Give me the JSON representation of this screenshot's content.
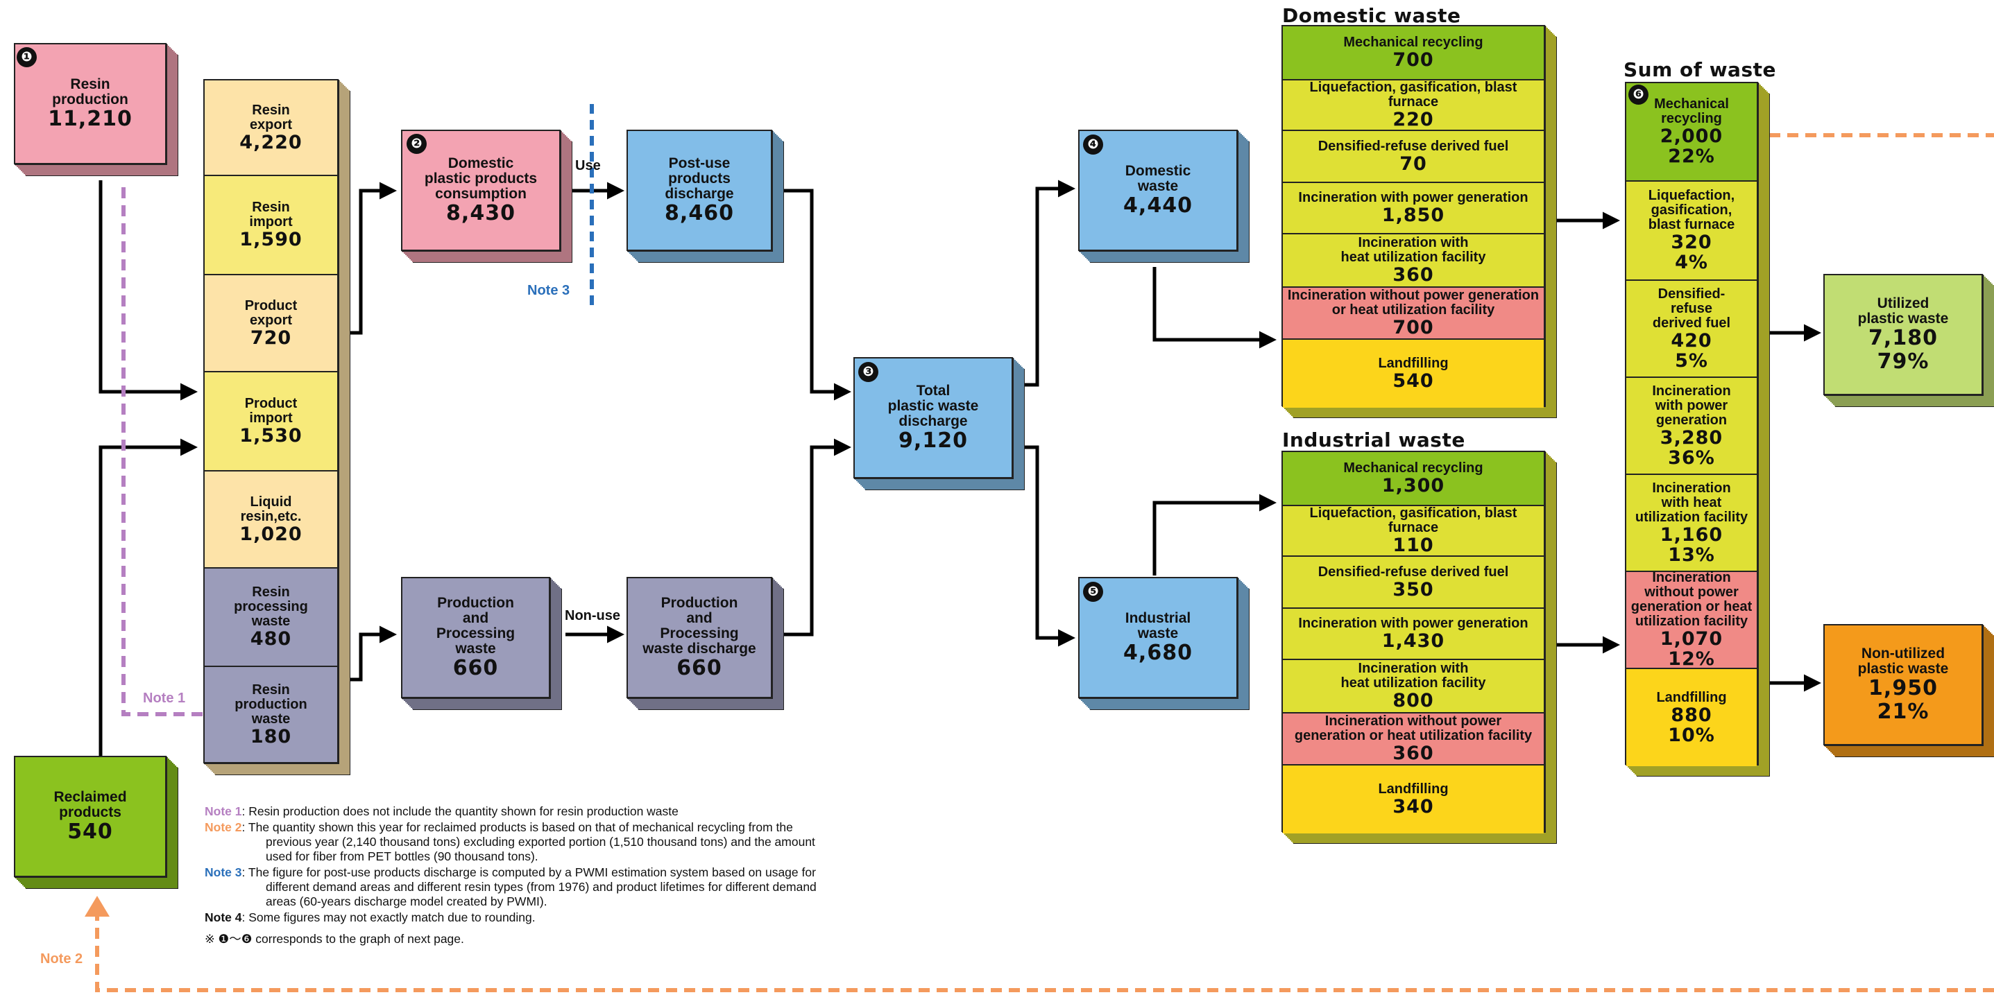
{
  "colors": {
    "pink": "#f3a3b2",
    "cream": "#fde3a8",
    "yellow": "#f7ea7a",
    "purple": "#9b9cba",
    "blue": "#82bde8",
    "green": "#8bc21f",
    "lime": "#dfe035",
    "red": "#f08a86",
    "gold": "#fcd51b",
    "lightgreen": "#c1dd73",
    "orange": "#f49a1b",
    "note1": "#b57fc1",
    "note2": "#f49a5d",
    "note3": "#2a6fba"
  },
  "resin_production": {
    "num": "❶",
    "label": "Resin\nproduction",
    "value": "11,210"
  },
  "stack": [
    {
      "label": "Resin\nexport",
      "value": "4,220"
    },
    {
      "label": "Resin\nimport",
      "value": "1,590"
    },
    {
      "label": "Product\nexport",
      "value": "720"
    },
    {
      "label": "Product\nimport",
      "value": "1,530"
    },
    {
      "label": "Liquid\nresin,etc.",
      "value": "1,020"
    },
    {
      "label": "Resin\nprocessing\nwaste",
      "value": "480"
    },
    {
      "label": "Resin\nproduction\nwaste",
      "value": "180"
    }
  ],
  "reclaimed": {
    "label": "Reclaimed\nproducts",
    "value": "540"
  },
  "domestic_consumption": {
    "num": "❷",
    "label": "Domestic\nplastic products\nconsumption",
    "value": "8,430"
  },
  "post_use": {
    "label": "Post-use\nproducts\ndischarge",
    "value": "8,460"
  },
  "prod_waste": {
    "label": "Production\nand\nProcessing\nwaste",
    "value": "660"
  },
  "prod_discharge": {
    "label": "Production\nand\nProcessing\nwaste discharge",
    "value": "660"
  },
  "total": {
    "num": "❸",
    "label": "Total\nplastic waste\ndischarge",
    "value": "9,120"
  },
  "domestic_waste": {
    "num": "❹",
    "label": "Domestic\nwaste",
    "value": "4,440"
  },
  "industrial_waste": {
    "num": "❺",
    "label": "Industrial\nwaste",
    "value": "4,680"
  },
  "use_label": "Use",
  "nonuse_label": "Non-use",
  "domestic_title": "Domestic waste",
  "domestic_rows": [
    {
      "label": "Mechanical recycling",
      "value": "700"
    },
    {
      "label": "Liquefaction, gasification, blast furnace",
      "value": "220"
    },
    {
      "label": "Densified-refuse derived fuel",
      "value": "70"
    },
    {
      "label": "Incineration with power generation",
      "value": "1,850"
    },
    {
      "label": "Incineration with\nheat utilization facility",
      "value": "360"
    },
    {
      "label": "Incineration without power generation\nor heat utilization facility",
      "value": "700"
    },
    {
      "label": "Landfilling",
      "value": "540"
    }
  ],
  "industrial_title": "Industrial waste",
  "industrial_rows": [
    {
      "label": "Mechanical recycling",
      "value": "1,300"
    },
    {
      "label": "Liquefaction, gasification, blast furnace",
      "value": "110"
    },
    {
      "label": "Densified-refuse derived fuel",
      "value": "350"
    },
    {
      "label": "Incineration with power generation",
      "value": "1,430"
    },
    {
      "label": "Incineration with\nheat utilization facility",
      "value": "800"
    },
    {
      "label": "Incineration without power\ngeneration or heat utilization facility",
      "value": "360"
    },
    {
      "label": "Landfilling",
      "value": "340"
    }
  ],
  "sum_title": "Sum of waste",
  "sum_num": "❻",
  "sum_rows": [
    {
      "label": "Mechanical\nrecycling",
      "value": "2,000",
      "pct": "22%"
    },
    {
      "label": "Liquefaction,\ngasification,\nblast furnace",
      "value": "320",
      "pct": "4%"
    },
    {
      "label": "Densified-\nrefuse\nderived fuel",
      "value": "420",
      "pct": "5%"
    },
    {
      "label": "Incineration\nwith power\ngeneration",
      "value": "3,280",
      "pct": "36%"
    },
    {
      "label": "Incineration\nwith heat\nutilization facility",
      "value": "1,160",
      "pct": "13%"
    },
    {
      "label": "Incineration\nwithout power\ngeneration or heat\nutilization facility",
      "value": "1,070",
      "pct": "12%"
    },
    {
      "label": "Landfilling",
      "value": "880",
      "pct": "10%"
    }
  ],
  "utilized": {
    "label": "Utilized\nplastic waste",
    "value": "7,180",
    "pct": "79%"
  },
  "nonutilized": {
    "label": "Non-utilized\nplastic waste",
    "value": "1,950",
    "pct": "21%"
  },
  "note_tags": {
    "note1": "Note 1",
    "note2": "Note 2",
    "note3": "Note 3"
  },
  "notes": [
    {
      "tag": "Note 1",
      "text": ": Resin production does not include the quantity shown for resin production waste"
    },
    {
      "tag": "Note 2",
      "text": ": The quantity shown this year for reclaimed products is based on that of mechanical recycling from the previous year (2,140 thousand tons) excluding exported portion (1,510 thousand tons) and the amount used for fiber from PET bottles (90 thousand tons)."
    },
    {
      "tag": "Note 3",
      "text": ": The figure for post-use products discharge is computed by a PWMI estimation system based on usage for different demand areas and different resin types (from 1976) and product lifetimes for different demand areas (60-years discharge model created by PWMI)."
    },
    {
      "tag": "Note 4",
      "text": ": Some figures may not exactly match due to rounding."
    }
  ],
  "footnote": "※ ❶〜❻ corresponds to the graph of next page."
}
